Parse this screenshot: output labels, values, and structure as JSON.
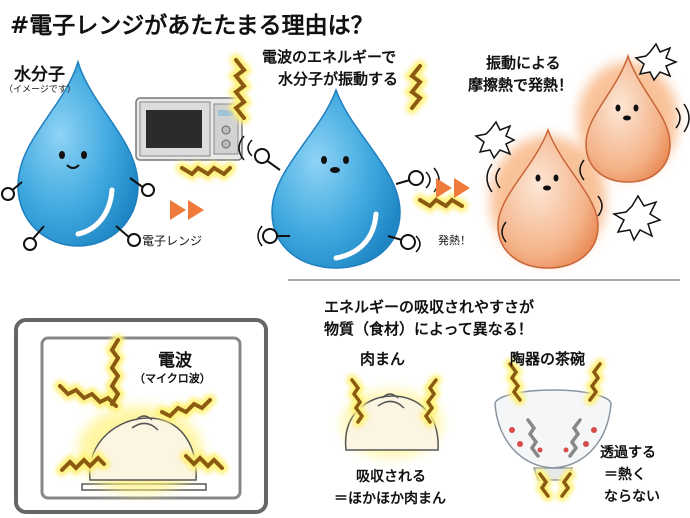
{
  "title": "#電子レンジがあたたまる理由は？",
  "water_molecule": {
    "label": "水分子",
    "note": "（イメージです）"
  },
  "microwave_label": "電子レンジ",
  "vibration_caption": {
    "line1": "電波のエネルギーで",
    "line2": "水分子が振動する"
  },
  "heat_caption": {
    "line1": "振動による",
    "line2": "摩擦熱で発熱！"
  },
  "heat_small": "発熱！",
  "oven_panel": {
    "wave_title": "電波",
    "wave_sub": "（マイクロ波）"
  },
  "absorption": {
    "line1": "エネルギーの吸収されやすさが",
    "line2": "物質（食材）によって異なる！"
  },
  "meat_bun": {
    "label": "肉まん",
    "result1": "吸収される",
    "result2": "＝ほかほか肉まん"
  },
  "ceramic_bowl": {
    "label": "陶器の茶碗",
    "result1": "透過する",
    "result2": "＝熱く",
    "result3": "ならない"
  },
  "colors": {
    "water_blue": "#3fa9df",
    "wave_brown": "#8a5a12",
    "glow_yellow": "#fff27a",
    "arrow_orange": "#ef7a3a",
    "heated_orange": "#f59a55"
  }
}
